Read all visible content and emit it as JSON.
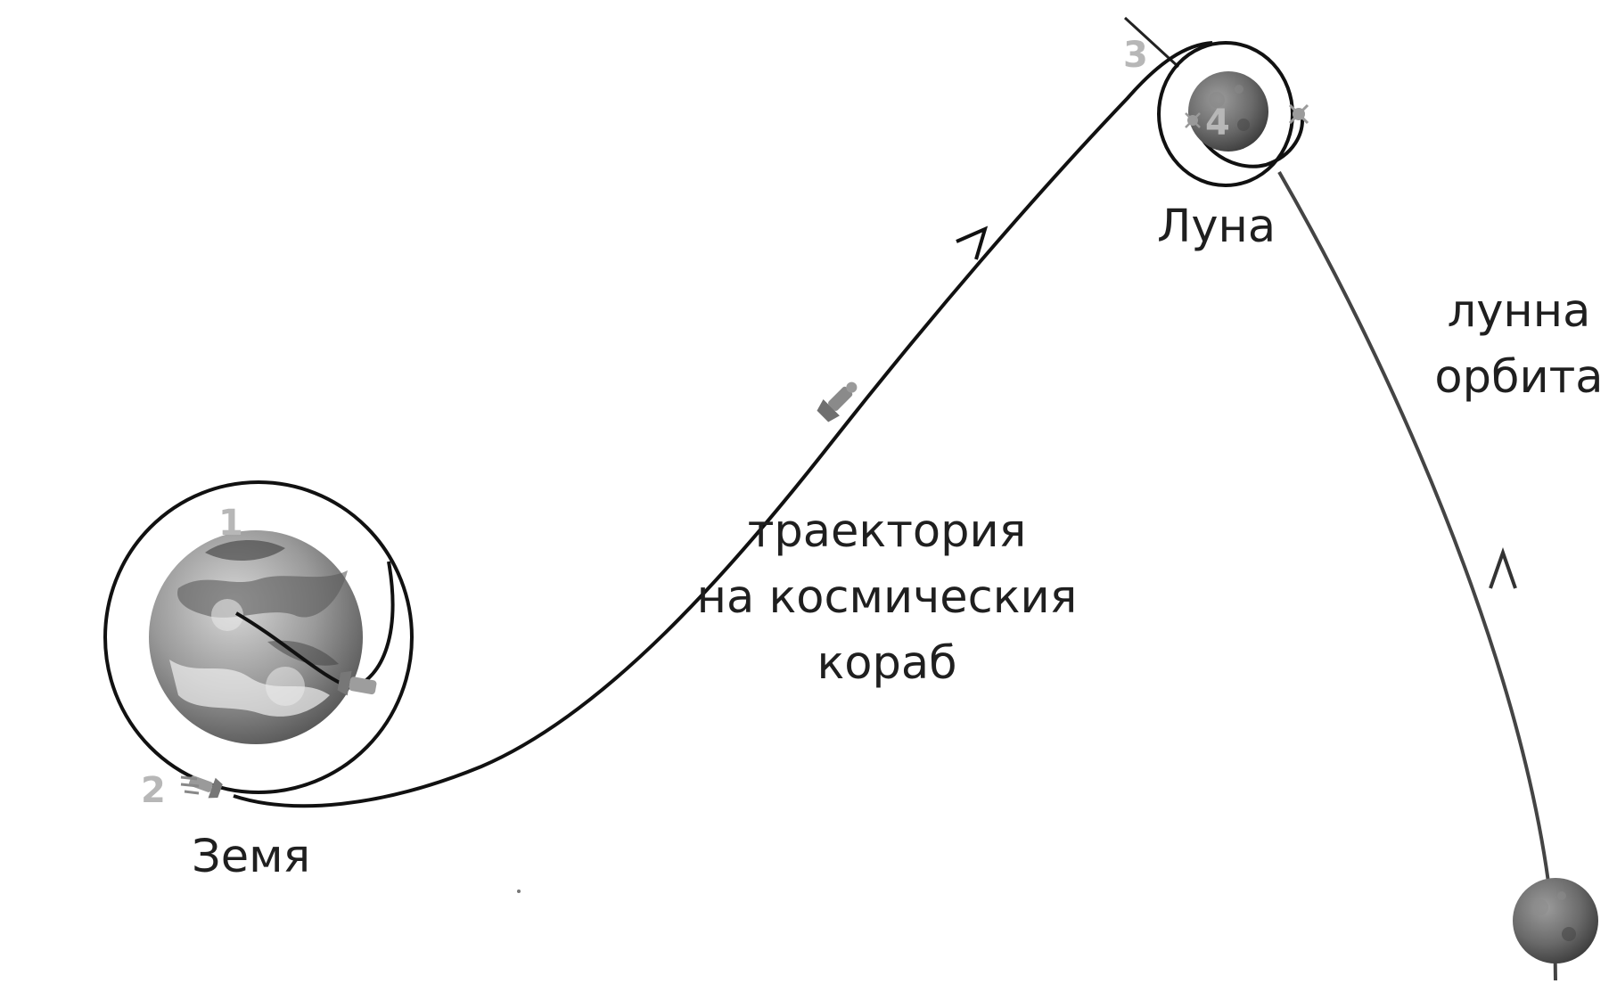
{
  "labels": {
    "earth": "Земя",
    "moon": "Луна",
    "trajectory": [
      "траектория",
      "на космическия",
      "кораб"
    ],
    "lunar_orbit": [
      "лунна",
      "орбита"
    ]
  },
  "markers": [
    "1",
    "2",
    "3",
    "4"
  ],
  "colors": {
    "ink": "#111111",
    "orbit_gray": "#444444",
    "marker_gray": "#b7b7b7",
    "earth_base": "#9a9a9a",
    "moon_base": "#6e6e6e"
  }
}
